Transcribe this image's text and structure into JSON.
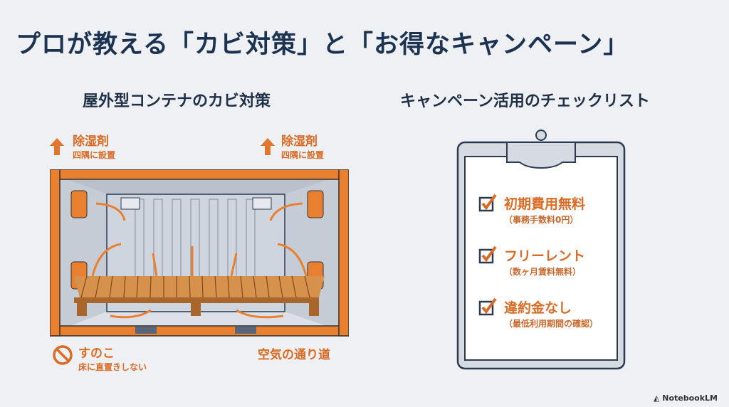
{
  "title": "プロが教える「カビ対策」と「お得なキャンペーン」",
  "left_panel": {
    "heading": "屋外型コンテナのカビ対策",
    "desiccant_left": {
      "label": "除湿剤",
      "note": "四隅に設置"
    },
    "desiccant_right": {
      "label": "除湿剤",
      "note": "四隅に設置"
    },
    "sunoko": {
      "label": "すのこ",
      "note": "床に直置きしない"
    },
    "airflow": {
      "label": "空気の通り道"
    }
  },
  "right_panel": {
    "heading": "キャンペーン活用のチェックリスト",
    "items": [
      {
        "label": "初期費用無料",
        "note": "（事務手数料0円）"
      },
      {
        "label": "フリーレント",
        "note": "（数ヶ月賃料無料）"
      },
      {
        "label": "違約金なし",
        "note": "（最低利用期間の確認）"
      }
    ]
  },
  "footer": {
    "brand": "NotebookLM"
  },
  "colors": {
    "navy": "#1b3350",
    "orange": "#d96b24",
    "wall": "#c9cfd8",
    "wood": "#c98a45"
  }
}
